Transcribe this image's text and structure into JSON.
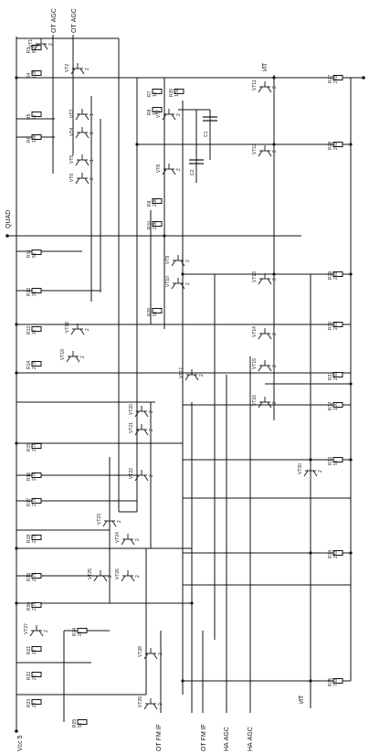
{
  "diagram": {
    "signals": {
      "ot_agc_1": "ОТ AGC",
      "ot_agc_2": "ОТ AGC",
      "quad": "QUAD",
      "vcc": "Vcc 5",
      "ot_fm_if_1": "ОТ FM IF",
      "ot_fm_if_2": "ОТ FM IF",
      "na_agc_1": "НА AGC",
      "na_agc_2": "НА AGC",
      "it_top": "ИТ",
      "it_bottom": "ИТ"
    },
    "resistors": [
      {
        "id": "r1",
        "ref": "R3",
        "value": "8,2k"
      },
      {
        "id": "r2",
        "ref": "R4",
        "value": "1,3k"
      },
      {
        "id": "r3",
        "ref": "R5",
        "value": "1k"
      },
      {
        "id": "r4",
        "ref": "R6",
        "value": "12k"
      },
      {
        "id": "r5",
        "ref": "R7",
        "value": "1k"
      },
      {
        "id": "r6",
        "ref": "R8",
        "value": "1k"
      },
      {
        "id": "r7",
        "ref": "R9",
        "value": "20k"
      },
      {
        "id": "r8",
        "ref": "R10",
        "value": "20k"
      },
      {
        "id": "r9",
        "ref": "R11",
        "value": "5k"
      },
      {
        "id": "r10",
        "ref": "R12",
        "value": "3k"
      },
      {
        "id": "r11",
        "ref": "R13",
        "value": "3k"
      },
      {
        "id": "r12",
        "ref": "R14",
        "value": "2,7k"
      },
      {
        "id": "r13",
        "ref": "R15",
        "value": "2,7k"
      },
      {
        "id": "r14",
        "ref": "R16",
        "value": "2,7k"
      },
      {
        "id": "r15",
        "ref": "R17",
        "value": "2,7k"
      },
      {
        "id": "r16",
        "ref": "R18",
        "value": "2,7k"
      },
      {
        "id": "r17",
        "ref": "R19",
        "value": "2,7k"
      },
      {
        "id": "r18",
        "ref": "R20",
        "value": "2,7k"
      },
      {
        "id": "r19",
        "ref": "R21",
        "value": "2k"
      },
      {
        "id": "r20",
        "ref": "R22",
        "value": "2k"
      },
      {
        "id": "r21",
        "ref": "R23",
        "value": "2k"
      },
      {
        "id": "r22",
        "ref": "R24",
        "value": "2k"
      },
      {
        "id": "r23",
        "ref": "R25",
        "value": "5k"
      },
      {
        "id": "r24",
        "ref": "R26",
        "value": "5k"
      },
      {
        "id": "r25",
        "ref": "R27",
        "value": "220"
      },
      {
        "id": "r26",
        "ref": "R28",
        "value": "220"
      },
      {
        "id": "r27",
        "ref": "R29",
        "value": "220"
      },
      {
        "id": "r28",
        "ref": "R30",
        "value": "220"
      },
      {
        "id": "r29",
        "ref": "R31",
        "value": "220"
      },
      {
        "id": "r30",
        "ref": "R32",
        "value": "11k"
      },
      {
        "id": "r31",
        "ref": "R33",
        "value": "5k"
      },
      {
        "id": "r32",
        "ref": "R34",
        "value": "220"
      },
      {
        "id": "r33",
        "ref": "R35",
        "value": "750"
      },
      {
        "id": "r34",
        "ref": "R36",
        "value": "1,5k"
      }
    ],
    "transistors": [
      {
        "id": "q1",
        "ref": "VT1",
        "type": "2"
      },
      {
        "id": "q2",
        "ref": "VT2",
        "type": "2"
      },
      {
        "id": "q3",
        "ref": "VT3",
        "type": "1"
      },
      {
        "id": "q4",
        "ref": "VT4",
        "type": "2"
      },
      {
        "id": "q5",
        "ref": "VT5",
        "type": "1"
      },
      {
        "id": "q6",
        "ref": "VT6",
        "type": "2"
      },
      {
        "id": "q7",
        "ref": "VT7",
        "type": "2"
      },
      {
        "id": "q8",
        "ref": "VT8",
        "type": "2"
      },
      {
        "id": "q9",
        "ref": "VT9",
        "type": "2"
      },
      {
        "id": "q10",
        "ref": "VT10",
        "type": "2"
      },
      {
        "id": "q11",
        "ref": "VT11",
        "type": "2"
      },
      {
        "id": "q12",
        "ref": "VT12",
        "type": "2"
      },
      {
        "id": "q13",
        "ref": "VT13",
        "type": "2"
      },
      {
        "id": "q14",
        "ref": "VT14",
        "type": "2"
      },
      {
        "id": "q15",
        "ref": "VT15",
        "type": "2"
      },
      {
        "id": "q16",
        "ref": "VT16",
        "type": "2"
      },
      {
        "id": "q17",
        "ref": "VT17",
        "type": "2"
      },
      {
        "id": "q18",
        "ref": "VT18",
        "type": "2"
      },
      {
        "id": "q19",
        "ref": "VT19",
        "type": "2"
      },
      {
        "id": "q20",
        "ref": "VT20",
        "type": "2"
      },
      {
        "id": "q21",
        "ref": "VT21",
        "type": "2"
      },
      {
        "id": "q22",
        "ref": "VT22",
        "type": "2"
      },
      {
        "id": "q23",
        "ref": "VT23",
        "type": "2"
      },
      {
        "id": "q24",
        "ref": "VT24",
        "type": "2"
      },
      {
        "id": "q25",
        "ref": "VT25",
        "type": "2"
      },
      {
        "id": "q26",
        "ref": "VT26",
        "type": "2"
      },
      {
        "id": "q27",
        "ref": "VT27",
        "type": "2"
      },
      {
        "id": "q28",
        "ref": "VT28",
        "type": "2"
      },
      {
        "id": "q29",
        "ref": "VT29",
        "type": "2"
      },
      {
        "id": "q30",
        "ref": "VT30",
        "type": "2"
      }
    ],
    "capacitors": [
      {
        "id": "c1",
        "ref": "C1",
        "value": "0,02"
      },
      {
        "id": "c2",
        "ref": "C2",
        "value": "0,02"
      }
    ]
  }
}
